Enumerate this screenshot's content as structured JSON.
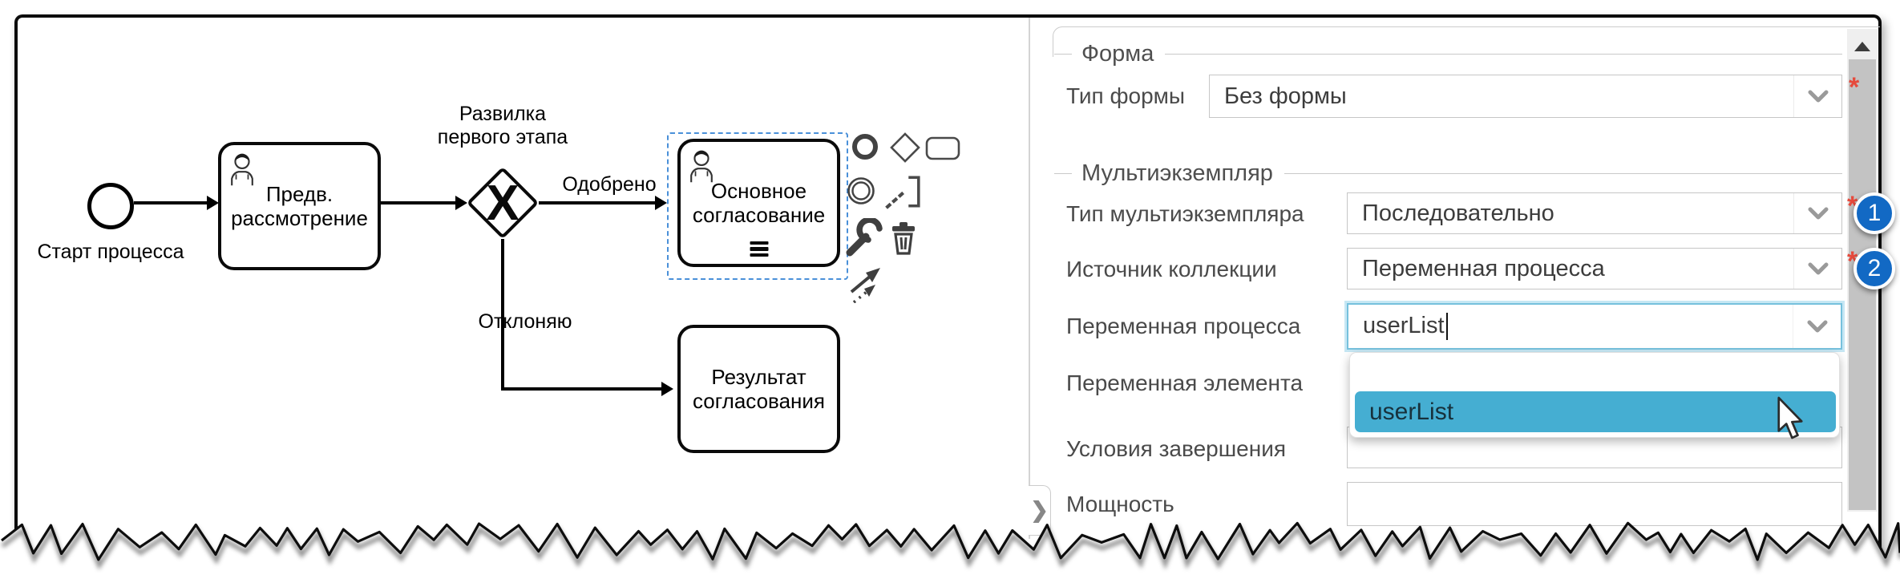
{
  "diagram": {
    "start_event_label": "Старт процесса",
    "task_preliminary": "Предв.\nрассмотрение",
    "task_main": "Основное\nсогласование",
    "task_result": "Результат\nсогласования",
    "gateway_label": "Развилка\nпервого этапа",
    "gateway_marker": "X",
    "flow_approved": "Одобрено",
    "flow_rejected": "Отклоняю",
    "context_pad_icons": [
      "end-event",
      "gateway",
      "task",
      "intermediate-event",
      "text-annotation",
      "change-type-wrench",
      "delete-trash",
      "connect-arrows"
    ]
  },
  "panel": {
    "form_section": {
      "legend": "Форма",
      "row": {
        "label": "Тип формы",
        "value": "Без формы",
        "required": "*"
      }
    },
    "multi_section": {
      "legend": "Мультиэкземпляр",
      "rows": [
        {
          "label": "Тип мультиэкземпляра",
          "value": "Последовательно",
          "required": "*",
          "badge": "1"
        },
        {
          "label": "Источник коллекции",
          "value": "Переменная процесса",
          "required": "*",
          "badge": "2"
        },
        {
          "label": "Переменная процесса",
          "value": "userList"
        },
        {
          "label": "Переменная элемента"
        },
        {
          "label": "Условия завершения",
          "value": ""
        },
        {
          "label": "Мощность",
          "value": ""
        }
      ]
    },
    "combobox_dropdown": {
      "options": [
        "",
        "userList"
      ],
      "highlighted": "userList"
    },
    "colors": {
      "badge_blue": "#1269c4",
      "option_highlight": "#45aed2",
      "required_red": "#e64a3c",
      "focus_border": "#76c1dd",
      "selection_dash": "#4a90d9"
    }
  }
}
